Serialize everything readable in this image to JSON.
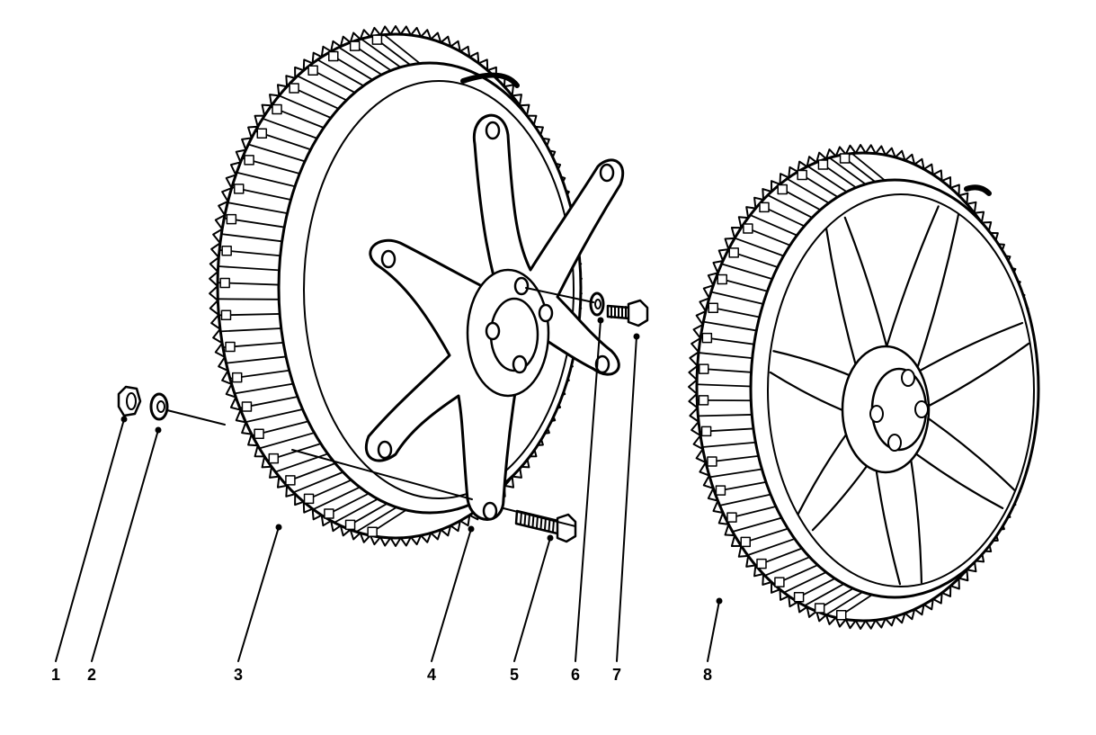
{
  "diagram": {
    "callouts": [
      {
        "id": 1,
        "label": "1",
        "part": "nut"
      },
      {
        "id": 2,
        "label": "2",
        "part": "washer"
      },
      {
        "id": 3,
        "label": "3",
        "part": "toothed-wheel"
      },
      {
        "id": 4,
        "label": "4",
        "part": "hub-spider"
      },
      {
        "id": 5,
        "label": "5",
        "part": "long-bolt"
      },
      {
        "id": 6,
        "label": "6",
        "part": "washer"
      },
      {
        "id": 7,
        "label": "7",
        "part": "short-bolt"
      },
      {
        "id": 8,
        "label": "8",
        "part": "toothed-wheel-assembled"
      }
    ],
    "colors": {
      "ink": "#000000",
      "paper": "#ffffff"
    }
  }
}
